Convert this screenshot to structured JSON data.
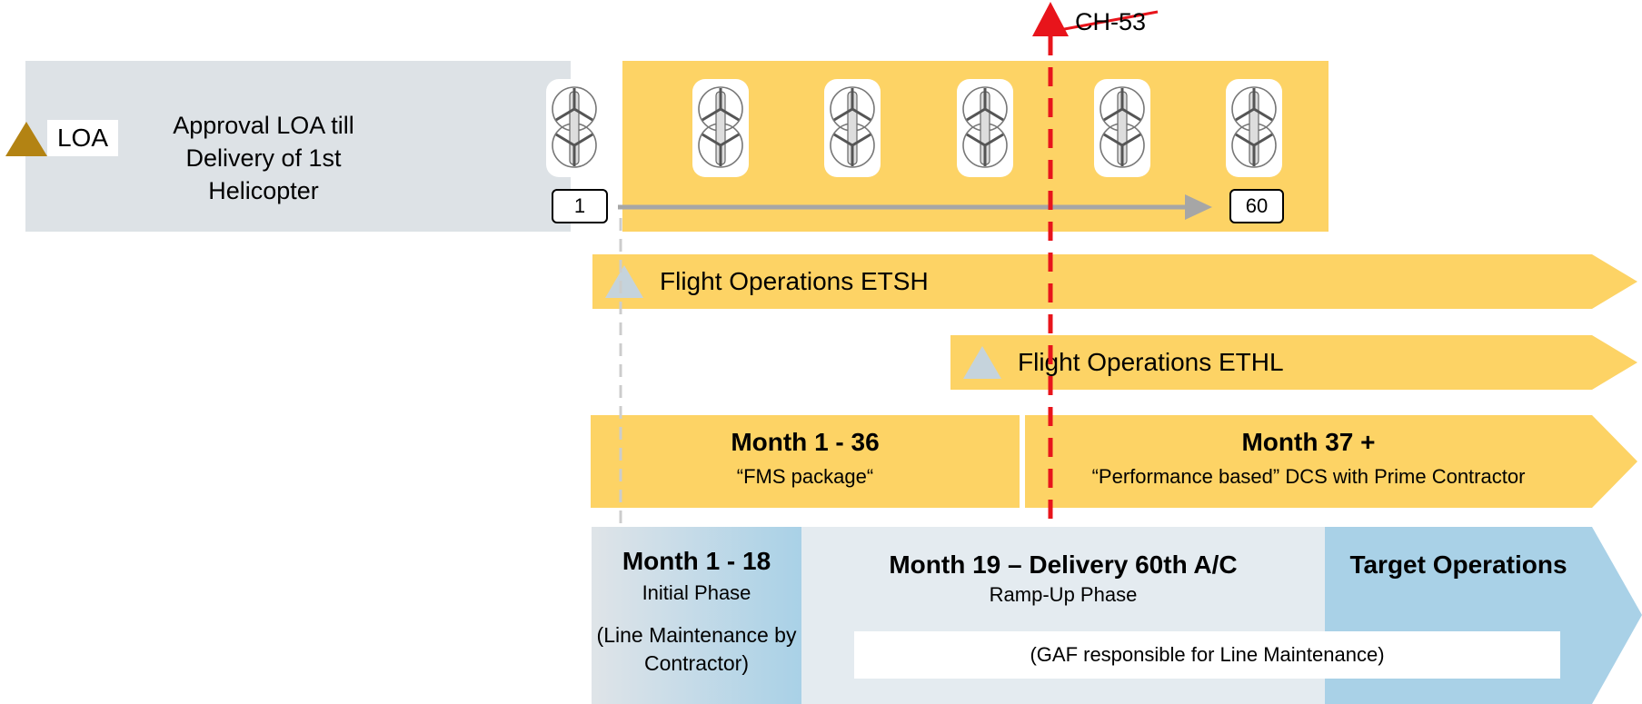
{
  "loa": {
    "marker_label": "LOA",
    "approval_text": "Approval LOA till Delivery of 1st Helicopter"
  },
  "delivery": {
    "first_count": "1",
    "last_count": "60",
    "helicopter_icons": 6
  },
  "ch53": {
    "label": "CH-53",
    "strikethrough": true,
    "color": "#e8141b"
  },
  "flight_ops": [
    {
      "label": "Flight Operations ETSH"
    },
    {
      "label": "Flight Operations ETHL"
    }
  ],
  "contract_phases": [
    {
      "title": "Month 1 - 36",
      "subtitle": "“FMS package“"
    },
    {
      "title": "Month 37 +",
      "subtitle": "“Performance based” DCS with Prime Contractor"
    }
  ],
  "ops_phases": [
    {
      "title": "Month 1 - 18",
      "subtitle": "Initial Phase",
      "note": "(Line Maintenance by Contractor)"
    },
    {
      "title": "Month 19 – Delivery 60th A/C",
      "subtitle": "Ramp-Up Phase",
      "note": "(GAF responsible for Line Maintenance)"
    },
    {
      "title": "Target Operations"
    }
  ],
  "colors": {
    "yellow": "#fdd365",
    "grey_panel": "#dde2e6",
    "light_blue": "#a9d1e7",
    "light_grey_blue": "#e4ebf0",
    "loa_marker": "#b38313",
    "arrow_grey": "#a6a6a6",
    "red": "#e8141b"
  }
}
